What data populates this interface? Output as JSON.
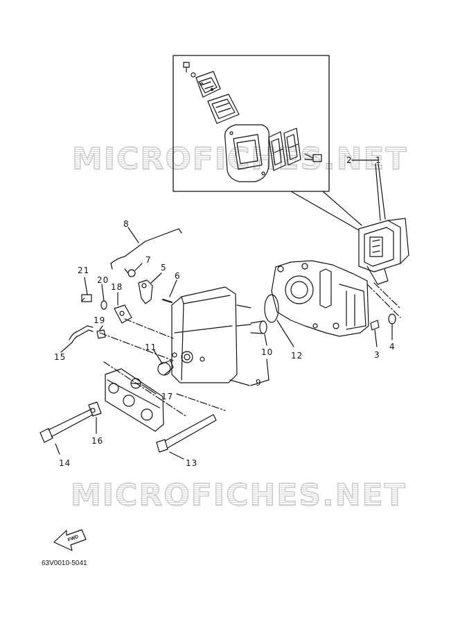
{
  "watermark_text": "MICROFICHES.NET",
  "reference_code": "63V0010-5041",
  "fwd_label": "FWD",
  "callouts": {
    "p1": "1",
    "p2": "2",
    "p3": "3",
    "p4": "4",
    "p5": "5",
    "p6": "6",
    "p7": "7",
    "p8": "8",
    "p9": "9",
    "p10": "10",
    "p11": "11",
    "p12": "12",
    "p13": "13",
    "p14": "14",
    "p15": "15",
    "p16": "16",
    "p17": "17",
    "p18": "18",
    "p19": "19",
    "p20": "20",
    "p21": "21"
  },
  "line_color": "#111111",
  "watermark_color": "#c7c7c7"
}
